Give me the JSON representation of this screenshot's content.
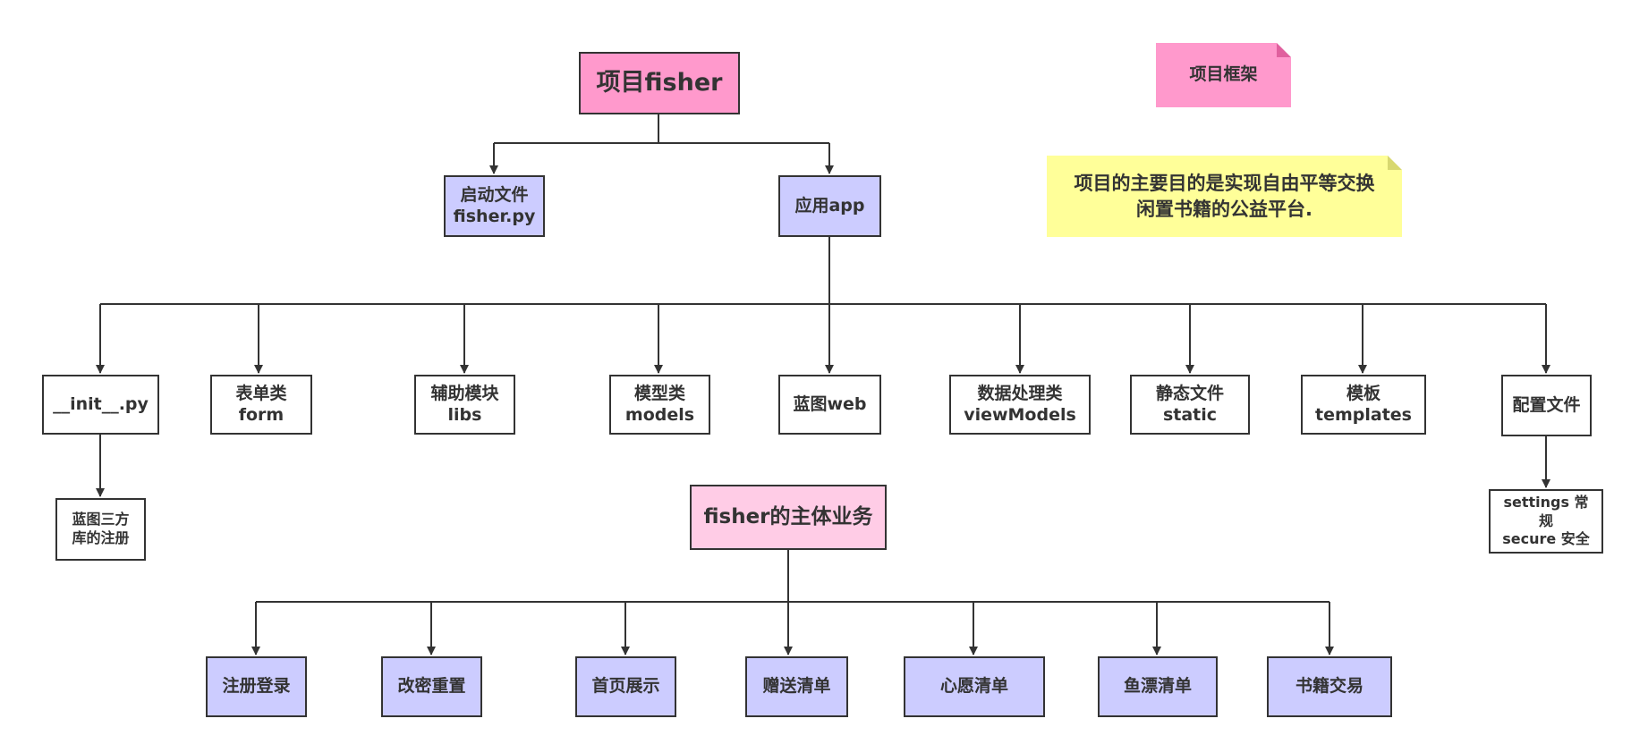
{
  "title": "项目fisher",
  "notes": {
    "framework": "项目框架",
    "purpose": "项目的主要目的是实现自由平等交换\n闲置书籍的公益平台."
  },
  "level1": {
    "startup": "启动文件\nfisher.py",
    "app": "应用app"
  },
  "app_children": {
    "init": "__init__.py",
    "form": "表单类\nform",
    "libs": "辅助模块\nlibs",
    "models": "模型类\nmodels",
    "web": "蓝图web",
    "viewmodels": "数据处理类\nviewModels",
    "static": "静态文件\nstatic",
    "templates": "模板\ntemplates",
    "config": "配置文件"
  },
  "leaves": {
    "blueprint": "蓝图三方\n库的注册",
    "settings": "settings 常\n规\nsecure 安全"
  },
  "business": {
    "title": "fisher的主体业务",
    "items": [
      "注册登录",
      "改密重置",
      "首页展示",
      "赠送清单",
      "心愿清单",
      "鱼漂清单",
      "书籍交易"
    ]
  },
  "colors": {
    "title_pink": "#ff99cc",
    "core_pink": "#ffcce6",
    "lavender": "#ccccff",
    "note_pink": "#ff99cc",
    "note_yellow": "#ffff99",
    "line": "#333333"
  }
}
